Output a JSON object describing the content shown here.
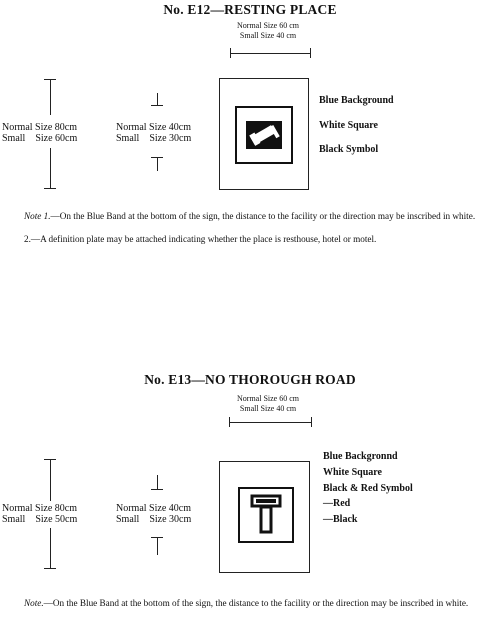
{
  "e12": {
    "title": "No. E12—RESTING PLACE",
    "dim_normal": "Normal Size 60 cm",
    "dim_small": "Small Size 40 cm",
    "outer_normal": "Normal Size 80cm",
    "outer_small": "Small    Size 60cm",
    "inner_normal": "Normal Size 40cm",
    "inner_small": "Small    Size 30cm",
    "labels": [
      "Blue Background",
      "White Square",
      "Black Symbol"
    ],
    "symbol_icon": "bed-icon",
    "note1_lead": "Note 1.",
    "note1_text": "—On the Blue Band at the bottom of the sign, the distance to the facility or the direction may be inscribed in white.",
    "note2_text": "2.—A definition plate may be attached indicating whether the place is resthouse, hotel or motel."
  },
  "e13": {
    "title": "No. E13—NO THOROUGH ROAD",
    "dim_normal": "Normal Size 60 cm",
    "dim_small": "Small Size 40 cm",
    "outer_normal": "Normal Size 80cm",
    "outer_small": "Small    Size 50cm",
    "inner_normal": "Normal Size 40cm",
    "inner_small": "Small    Size 30cm",
    "labels": [
      "Blue Backgronnd",
      "White Square",
      "Black & Red Symbol",
      "—Red",
      "—Black"
    ],
    "symbol_icon": "dead-end-t-icon",
    "note_lead": "Note.",
    "note_text": "—On the Blue Band at the bottom of the sign, the distance to the facility or  the  direction may be inscribed in white."
  }
}
